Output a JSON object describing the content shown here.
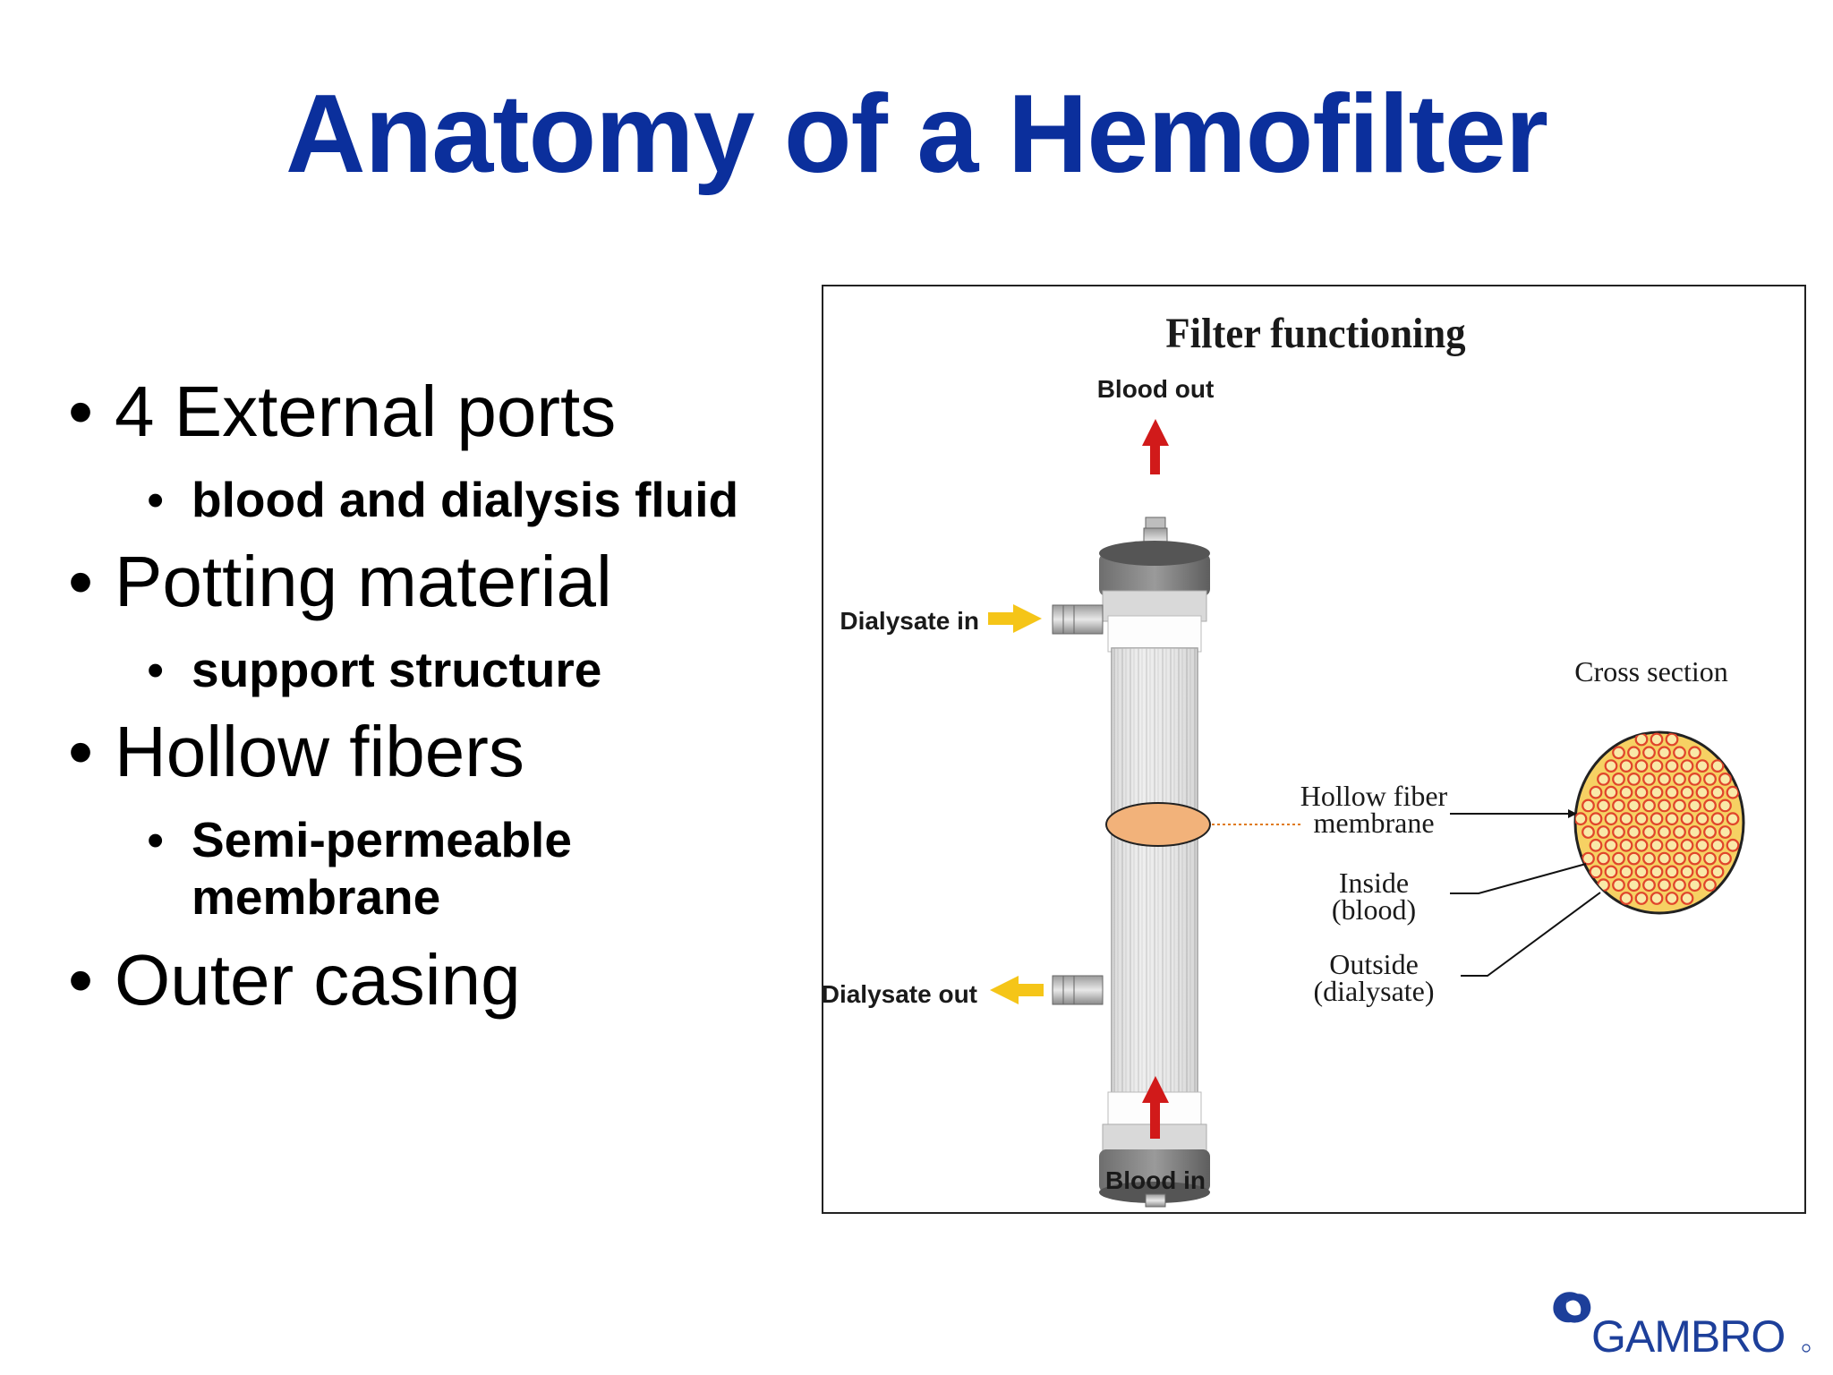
{
  "slide": {
    "title": "Anatomy of a Hemofilter"
  },
  "bullets": [
    {
      "text": "4 External ports",
      "sub": [
        "blood and dialysis fluid"
      ]
    },
    {
      "text": "Potting material",
      "sub": [
        "support structure"
      ]
    },
    {
      "text": "Hollow fibers",
      "sub": [
        "Semi-permeable",
        "membrane"
      ]
    },
    {
      "text": "Outer casing",
      "sub": []
    }
  ],
  "diagram": {
    "title": "Filter functioning",
    "blood_out": "Blood out",
    "blood_in": "Blood in",
    "dialysate_in": "Dialysate in",
    "dialysate_out": "Dialysate out",
    "cross_section": "Cross section",
    "hollow_fiber_line1": "Hollow fiber",
    "hollow_fiber_line2": "membrane",
    "inside_line1": "Inside",
    "inside_line2": "(blood)",
    "outside_line1": "Outside",
    "outside_line2": "(dialysate)",
    "colors": {
      "blood_arrow": "#d11a1a",
      "dialysate_arrow": "#f5c518",
      "fiber_fill": "#f6d163",
      "fiber_ring": "#e0452b",
      "highlight": "#f2b27a"
    }
  },
  "logo": {
    "text": "GAMBRO",
    "color": "#1d3f9a"
  },
  "theme": {
    "title_color": "#0b2f9c"
  }
}
